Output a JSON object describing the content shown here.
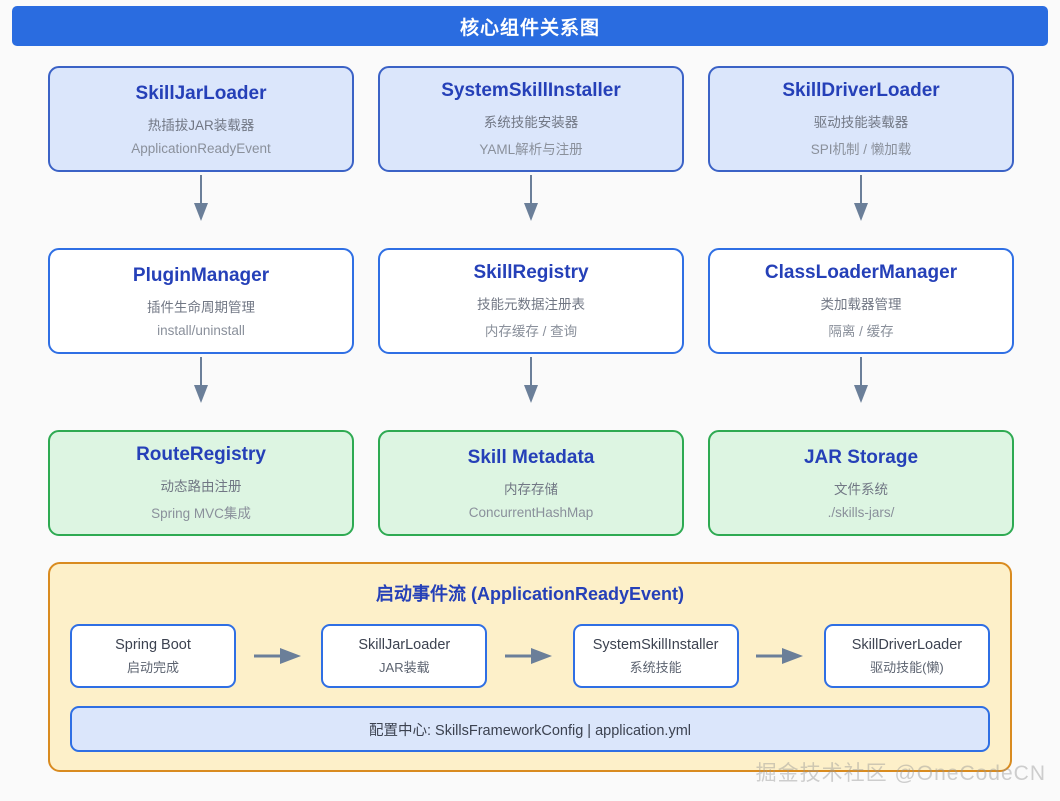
{
  "header": {
    "title": "核心组件关系图"
  },
  "grid": {
    "rows": [
      {
        "style": "blue-fill",
        "cards": [
          {
            "title": "SkillJarLoader",
            "sub1": "热插拔JAR装载器",
            "sub2": "ApplicationReadyEvent"
          },
          {
            "title": "SystemSkillInstaller",
            "sub1": "系统技能安装器",
            "sub2": "YAML解析与注册"
          },
          {
            "title": "SkillDriverLoader",
            "sub1": "驱动技能装载器",
            "sub2": "SPI机制 / 懒加载"
          }
        ]
      },
      {
        "style": "white-fill",
        "cards": [
          {
            "title": "PluginManager",
            "sub1": "插件生命周期管理",
            "sub2": "install/uninstall"
          },
          {
            "title": "SkillRegistry",
            "sub1": "技能元数据注册表",
            "sub2": "内存缓存 / 查询"
          },
          {
            "title": "ClassLoaderManager",
            "sub1": "类加载器管理",
            "sub2": "隔离 / 缓存"
          }
        ]
      },
      {
        "style": "green-fill",
        "cards": [
          {
            "title": "RouteRegistry",
            "sub1": "动态路由注册",
            "sub2": "Spring MVC集成"
          },
          {
            "title": "Skill Metadata",
            "sub1": "内存存储",
            "sub2": "ConcurrentHashMap"
          },
          {
            "title": "JAR Storage",
            "sub1": "文件系统",
            "sub2": "./skills-jars/"
          }
        ]
      }
    ]
  },
  "flow": {
    "title": "启动事件流 (ApplicationReadyEvent)",
    "steps": [
      {
        "title": "Spring Boot",
        "sub": "启动完成"
      },
      {
        "title": "SkillJarLoader",
        "sub": "JAR装载"
      },
      {
        "title": "SystemSkillInstaller",
        "sub": "系统技能"
      },
      {
        "title": "SkillDriverLoader",
        "sub": "驱动技能(懒)"
      }
    ],
    "config_bar": "配置中心: SkillsFrameworkConfig | application.yml"
  },
  "watermark": "掘金技术社区 @OneCodeCN",
  "colors": {
    "header_bar": "#2a6ce0",
    "card_title": "#2540b8",
    "blue_card_fill": "#dbe6fb",
    "blue_card_border": "#3b62c6",
    "white_card_border": "#2f6fe4",
    "green_card_fill": "#ddf5e2",
    "green_card_border": "#2eaa52",
    "flow_panel_fill": "#fdf0c9",
    "flow_panel_border": "#d98b1f",
    "arrow": "#6b7f99",
    "background": "#fafafa"
  }
}
